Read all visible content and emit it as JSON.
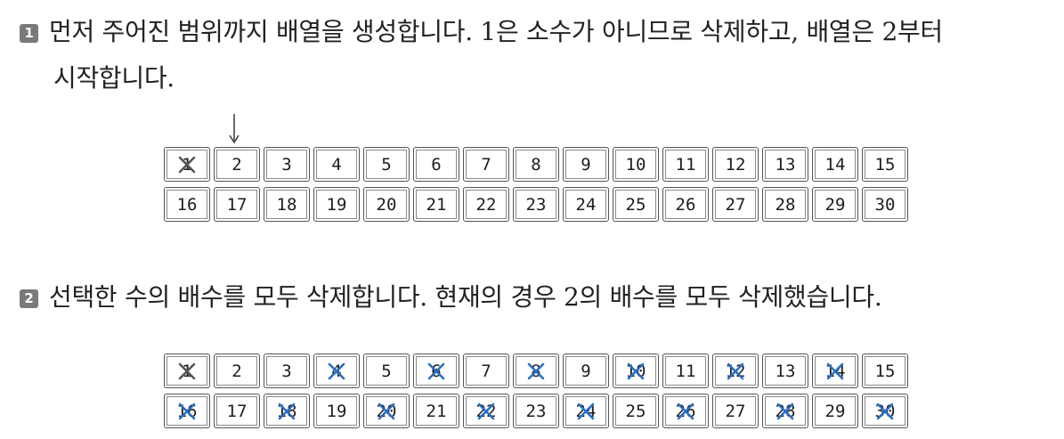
{
  "colors": {
    "text": "#222222",
    "badge": "#7a7a7a",
    "cell_border": "#555555",
    "cross_first": "#555555",
    "cross_multiple": "#2a6fc4"
  },
  "steps": [
    {
      "badge": "1",
      "line1": "먼저 주어진 범위까지 배열을 생성합니다. 1은 소수가 아니므로 삭제하고, 배열은 2부터",
      "line2": "시작합니다."
    },
    {
      "badge": "2",
      "line1": "선택한 수의 배수를 모두 삭제합니다. 현재의 경우 2의 배수를 모두 삭제했습니다."
    }
  ],
  "arrays": [
    {
      "pointer_value": 2,
      "cells": [
        {
          "value": "1",
          "crossed": "grey"
        },
        {
          "value": "2",
          "crossed": "none"
        },
        {
          "value": "3",
          "crossed": "none"
        },
        {
          "value": "4",
          "crossed": "none"
        },
        {
          "value": "5",
          "crossed": "none"
        },
        {
          "value": "6",
          "crossed": "none"
        },
        {
          "value": "7",
          "crossed": "none"
        },
        {
          "value": "8",
          "crossed": "none"
        },
        {
          "value": "9",
          "crossed": "none"
        },
        {
          "value": "10",
          "crossed": "none"
        },
        {
          "value": "11",
          "crossed": "none"
        },
        {
          "value": "12",
          "crossed": "none"
        },
        {
          "value": "13",
          "crossed": "none"
        },
        {
          "value": "14",
          "crossed": "none"
        },
        {
          "value": "15",
          "crossed": "none"
        },
        {
          "value": "16",
          "crossed": "none"
        },
        {
          "value": "17",
          "crossed": "none"
        },
        {
          "value": "18",
          "crossed": "none"
        },
        {
          "value": "19",
          "crossed": "none"
        },
        {
          "value": "20",
          "crossed": "none"
        },
        {
          "value": "21",
          "crossed": "none"
        },
        {
          "value": "22",
          "crossed": "none"
        },
        {
          "value": "23",
          "crossed": "none"
        },
        {
          "value": "24",
          "crossed": "none"
        },
        {
          "value": "25",
          "crossed": "none"
        },
        {
          "value": "26",
          "crossed": "none"
        },
        {
          "value": "27",
          "crossed": "none"
        },
        {
          "value": "28",
          "crossed": "none"
        },
        {
          "value": "29",
          "crossed": "none"
        },
        {
          "value": "30",
          "crossed": "none"
        }
      ]
    },
    {
      "cells": [
        {
          "value": "1",
          "crossed": "grey"
        },
        {
          "value": "2",
          "crossed": "none"
        },
        {
          "value": "3",
          "crossed": "none"
        },
        {
          "value": "4",
          "crossed": "blue"
        },
        {
          "value": "5",
          "crossed": "none"
        },
        {
          "value": "6",
          "crossed": "blue"
        },
        {
          "value": "7",
          "crossed": "none"
        },
        {
          "value": "8",
          "crossed": "blue"
        },
        {
          "value": "9",
          "crossed": "none"
        },
        {
          "value": "10",
          "crossed": "blue"
        },
        {
          "value": "11",
          "crossed": "none"
        },
        {
          "value": "12",
          "crossed": "blue"
        },
        {
          "value": "13",
          "crossed": "none"
        },
        {
          "value": "14",
          "crossed": "blue"
        },
        {
          "value": "15",
          "crossed": "none"
        },
        {
          "value": "16",
          "crossed": "blue"
        },
        {
          "value": "17",
          "crossed": "none"
        },
        {
          "value": "18",
          "crossed": "blue"
        },
        {
          "value": "19",
          "crossed": "none"
        },
        {
          "value": "20",
          "crossed": "blue"
        },
        {
          "value": "21",
          "crossed": "none"
        },
        {
          "value": "22",
          "crossed": "blue"
        },
        {
          "value": "23",
          "crossed": "none"
        },
        {
          "value": "24",
          "crossed": "blue"
        },
        {
          "value": "25",
          "crossed": "none"
        },
        {
          "value": "26",
          "crossed": "blue"
        },
        {
          "value": "27",
          "crossed": "none"
        },
        {
          "value": "28",
          "crossed": "blue"
        },
        {
          "value": "29",
          "crossed": "none"
        },
        {
          "value": "30",
          "crossed": "blue"
        }
      ]
    }
  ]
}
